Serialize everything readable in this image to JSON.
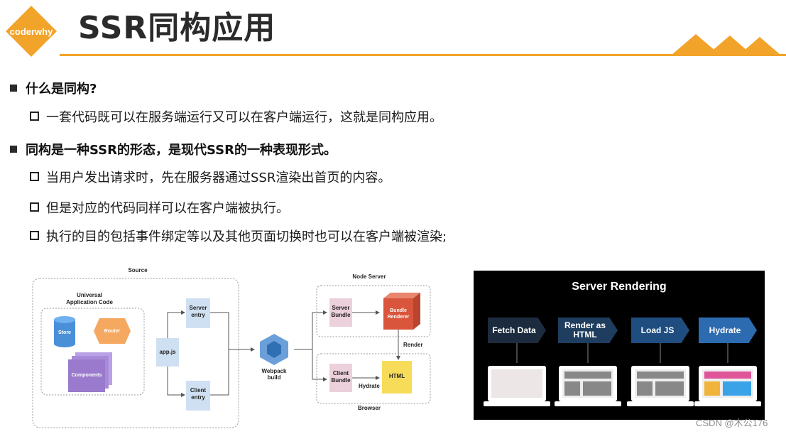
{
  "header": {
    "logo_text": "coderwhy",
    "title": "SSR同构应用"
  },
  "bullets": [
    {
      "text": "什么是同构?",
      "sub": [
        "一套代码既可以在服务端运行又可以在客户端运行，这就是同构应用。"
      ]
    },
    {
      "text": "同构是一种SSR的形态，是现代SSR的一种表现形式。",
      "sub": [
        "当用户发出请求时，先在服务器通过SSR渲染出首页的内容。",
        "但是对应的代码同样可以在客户端被执行。",
        "执行的目的包括事件绑定等以及其他页面切换时也可以在客户端被渲染;"
      ]
    }
  ],
  "diagram": {
    "source_label": "Source",
    "universal_label_1": "Universal",
    "universal_label_2": "Application Code",
    "store": "Store",
    "router": "Router",
    "components": "Components",
    "appjs": "app.js",
    "server_entry_1": "Server",
    "server_entry_2": "entry",
    "client_entry_1": "Client",
    "client_entry_2": "entry",
    "webpack_1": "Webpack",
    "webpack_2": "build",
    "node_server": "Node Server",
    "server_bundle_1": "Server",
    "server_bundle_2": "Bundle",
    "bundle_renderer_1": "Bundle",
    "bundle_renderer_2": "Renderer",
    "render": "Render",
    "client_bundle_1": "Client",
    "client_bundle_2": "Bundle",
    "hydrate": "Hydrate",
    "html": "HTML",
    "browser": "Browser"
  },
  "server_rendering": {
    "title": "Server Rendering",
    "stages": [
      {
        "label": "Fetch Data",
        "color": "#1c2c3e"
      },
      {
        "label": "Render as HTML",
        "color": "#1f3d5e"
      },
      {
        "label": "Load JS",
        "color": "#1f4d7f"
      },
      {
        "label": "Hydrate",
        "color": "#2d6bb0"
      }
    ]
  },
  "watermark": "CSDN @木公176",
  "colors": {
    "accent": "#f2a32a"
  }
}
